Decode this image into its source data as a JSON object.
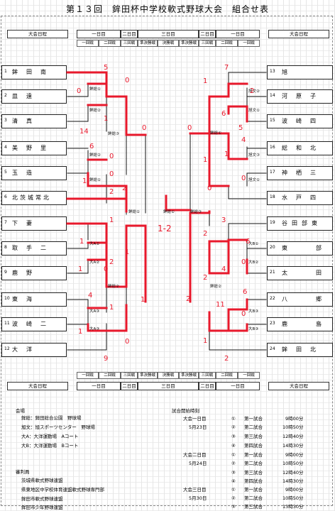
{
  "title": "第１３回　鉾田杯中学校軟式野球大会　組合せ表",
  "header": {
    "schedule_label": "大会日程",
    "rounds": [
      "一日目",
      "二日目",
      "三日目",
      "二日目",
      "一日目"
    ],
    "subs": [
      "一回戦",
      "二回戦",
      "三回戦",
      "準決勝戦",
      "決勝戦",
      "準決勝戦",
      "三回戦",
      "二回戦",
      "一回戦"
    ]
  },
  "left_teams": [
    {
      "seed": "1",
      "name": "鉾田南"
    },
    {
      "seed": "2",
      "name": "皿遠"
    },
    {
      "seed": "3",
      "name": "清真"
    },
    {
      "seed": "4",
      "name": "美野里"
    },
    {
      "seed": "5",
      "name": "玉造"
    },
    {
      "seed": "6",
      "name": "北茨城常北"
    },
    {
      "seed": "7",
      "name": "下妻"
    },
    {
      "seed": "8",
      "name": "取手二"
    },
    {
      "seed": "9",
      "name": "鹿野"
    },
    {
      "seed": "10",
      "name": "東海"
    },
    {
      "seed": "11",
      "name": "波崎二"
    },
    {
      "seed": "12",
      "name": "大洋"
    }
  ],
  "right_teams": [
    {
      "seed": "13",
      "name": "旭"
    },
    {
      "seed": "14",
      "name": "河原子"
    },
    {
      "seed": "15",
      "name": "波崎四"
    },
    {
      "seed": "16",
      "name": "総和北"
    },
    {
      "seed": "17",
      "name": "神栖三"
    },
    {
      "seed": "18",
      "name": "水戸四"
    },
    {
      "seed": "19",
      "name": "谷田部東"
    },
    {
      "seed": "20",
      "name": "東部"
    },
    {
      "seed": "21",
      "name": "太田"
    },
    {
      "seed": "22",
      "name": "八郷"
    },
    {
      "seed": "23",
      "name": "鹿島"
    },
    {
      "seed": "24",
      "name": "鉾田北"
    }
  ],
  "venue_marks": {
    "l1": "鉾総①",
    "l2": "鉾総②",
    "l3": "鉾総③",
    "l4": "鉾総②",
    "l5": "鉾総①",
    "l6": "大A①",
    "l7": "大A②",
    "l8": "大A③",
    "l9": "鉾総②",
    "l10": "鉾総①",
    "r1": "旭文②",
    "r2": "旭文①",
    "r3": "旭文③",
    "r4": "旭文①",
    "r5": "鉾総③",
    "r6": "大B①",
    "r7": "大B②",
    "r8": "大B③",
    "r9": "鉾総①",
    "r10": "鉾総②",
    "final": "鉾総①"
  },
  "scores": {
    "final": "1-2",
    "l1a": "5",
    "l1b": "0",
    "l2": "0",
    "l3a": "1",
    "l3b": "14",
    "l4a": "0",
    "l4b": "2",
    "l5a": "6",
    "l5b": "0",
    "l6a": "1",
    "l6b": "2",
    "l7a": "0",
    "l7b": "1",
    "l8a": "1",
    "l8b": "2",
    "l9a": "1",
    "l9b": "1",
    "l10a": "1",
    "l10b": "0",
    "l11a": "4",
    "l11b": "1",
    "l12a": "1",
    "l12b": "0",
    "l13": "9",
    "r1a": "7",
    "r1b": "1",
    "r2": "2",
    "r3a": "6",
    "r3b": "5",
    "r4a": "0",
    "r4b": "1",
    "r5a": "4",
    "r5b": "0",
    "r6a": "1",
    "r6b": "0",
    "r7a": "3",
    "r7b": "2",
    "r8a": "2",
    "r9a": "6",
    "r9b": "0",
    "r10a": "4",
    "r10b": "2",
    "r11a": "6",
    "r11b": "0",
    "r12a": "11",
    "r12b": "1",
    "r13": "2"
  },
  "info": {
    "venue_heading": "会場",
    "venues": [
      "鉾総：鉾田総合公園　野球場",
      "旭文：旭スポーツセンター　野球場",
      "大A：大洋運動場　Aコート",
      "大B：大洋運動場　Bコート"
    ],
    "referee_heading": "審判員",
    "referees": [
      "茨城県軟式野球連盟",
      "県東地区中学校体育連盟軟式野球専門部",
      "鉾田市軟式野球連盟",
      "鉾田市少年野球連盟"
    ],
    "time_heading": "試合開始時刻",
    "days": [
      {
        "day": "大会一日目",
        "date": "5月23日",
        "games": [
          {
            "n": "①",
            "g": "第一試合",
            "t": "9時00分"
          },
          {
            "n": "②",
            "g": "第二試合",
            "t": "10時50分"
          },
          {
            "n": "③",
            "g": "第三試合",
            "t": "12時40分"
          },
          {
            "n": "④",
            "g": "第四試合",
            "t": "14時30分"
          }
        ]
      },
      {
        "day": "大会二日目",
        "date": "5月24日",
        "games": [
          {
            "n": "①",
            "g": "第一試合",
            "t": "9時00分"
          },
          {
            "n": "②",
            "g": "第二試合",
            "t": "10時50分"
          },
          {
            "n": "③",
            "g": "第三試合",
            "t": "12時40分"
          },
          {
            "n": "④",
            "g": "第四試合",
            "t": "14時30分"
          }
        ]
      },
      {
        "day": "大会三日目",
        "date": "5月30日",
        "games": [
          {
            "n": "①",
            "g": "第一試合",
            "t": "9時00分"
          },
          {
            "n": "②",
            "g": "第二試合",
            "t": "10時50分"
          },
          {
            "n": "③",
            "g": "第三試合",
            "t": "13時30分"
          }
        ]
      }
    ]
  },
  "colors": {
    "win_line": "#e8192c",
    "score": "#e8192c",
    "line": "#111111"
  }
}
